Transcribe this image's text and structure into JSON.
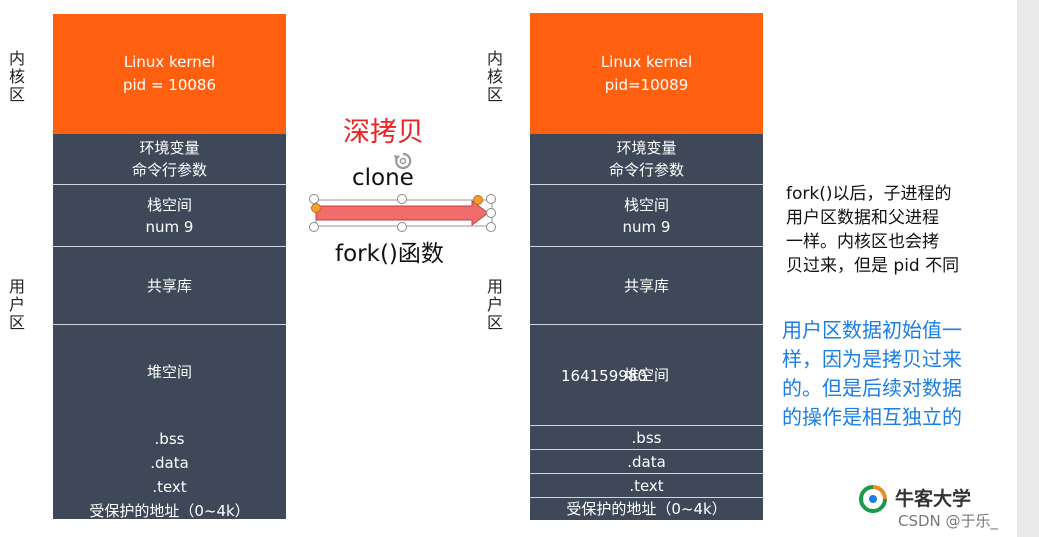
{
  "left": {
    "kernel_line1": "Linux kernel",
    "kernel_line2": "pid = 10086",
    "env_line1": "环境变量",
    "env_line2": "命令行参数",
    "stack_line1": "栈空间",
    "stack_line2": "num 9",
    "shared": "共享库",
    "heap": "堆空间",
    "bss": ".bss",
    "data": ".data",
    "text": ".text",
    "protected": "受保护的地址（0~4k）"
  },
  "right": {
    "kernel_line1": "Linux kernel",
    "kernel_line2": "pid=10089",
    "env_line1": "环境变量",
    "env_line2": "命令行参数",
    "stack_line1": "栈空间",
    "stack_line2": "num 9",
    "shared": "共享库",
    "heap": "堆空间",
    "heap_overlay": "164159980",
    "bss": ".bss",
    "data": ".data",
    "text": ".text",
    "protected": "受保护的地址（0~4k）"
  },
  "side_labels": {
    "kernel_area": [
      "内",
      "核",
      "区"
    ],
    "user_area": [
      "用",
      "户",
      "区"
    ]
  },
  "middle": {
    "deep_copy": "深拷贝",
    "clone": "clone",
    "fork": "fork()函数"
  },
  "description": {
    "line1": "fork()以后，子进程的",
    "line2": "用户区数据和父进程",
    "line3": "一样。内核区也会拷",
    "line4": "贝过来，但是 pid 不同"
  },
  "note": {
    "line1": "用户区数据初始值一",
    "line2": "样，因为是拷贝过来",
    "line3": "的。但是后续对数据",
    "line4": "的操作是相互独立的"
  },
  "watermark": {
    "brand": "牛客大学",
    "credit": "CSDN @于乐_"
  },
  "colors": {
    "kernel": "#ff6010",
    "segment": "#3e4859",
    "deep_copy_text": "#ee2222",
    "arrow_fill": "#f36c6c",
    "note_text": "#1a7ee6"
  }
}
